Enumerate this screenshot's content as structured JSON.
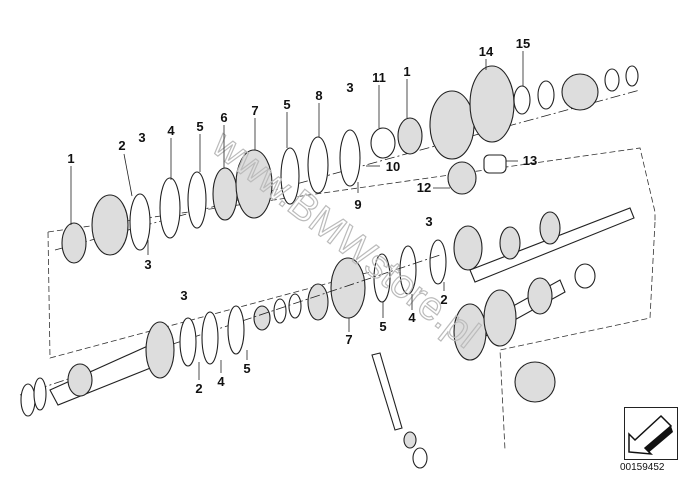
{
  "diagram": {
    "watermark": "www.BMWstore.pl",
    "image_code": "00159452",
    "callouts": {
      "upper": [
        "1",
        "2",
        "3",
        "4",
        "5",
        "6",
        "7",
        "5",
        "8",
        "3",
        "11",
        "1",
        "14",
        "15",
        "10",
        "9",
        "12",
        "13"
      ],
      "middle": [
        "3",
        "3",
        "2",
        "4",
        "5",
        "7"
      ],
      "lower": [
        "3",
        "2",
        "4",
        "5"
      ]
    }
  }
}
